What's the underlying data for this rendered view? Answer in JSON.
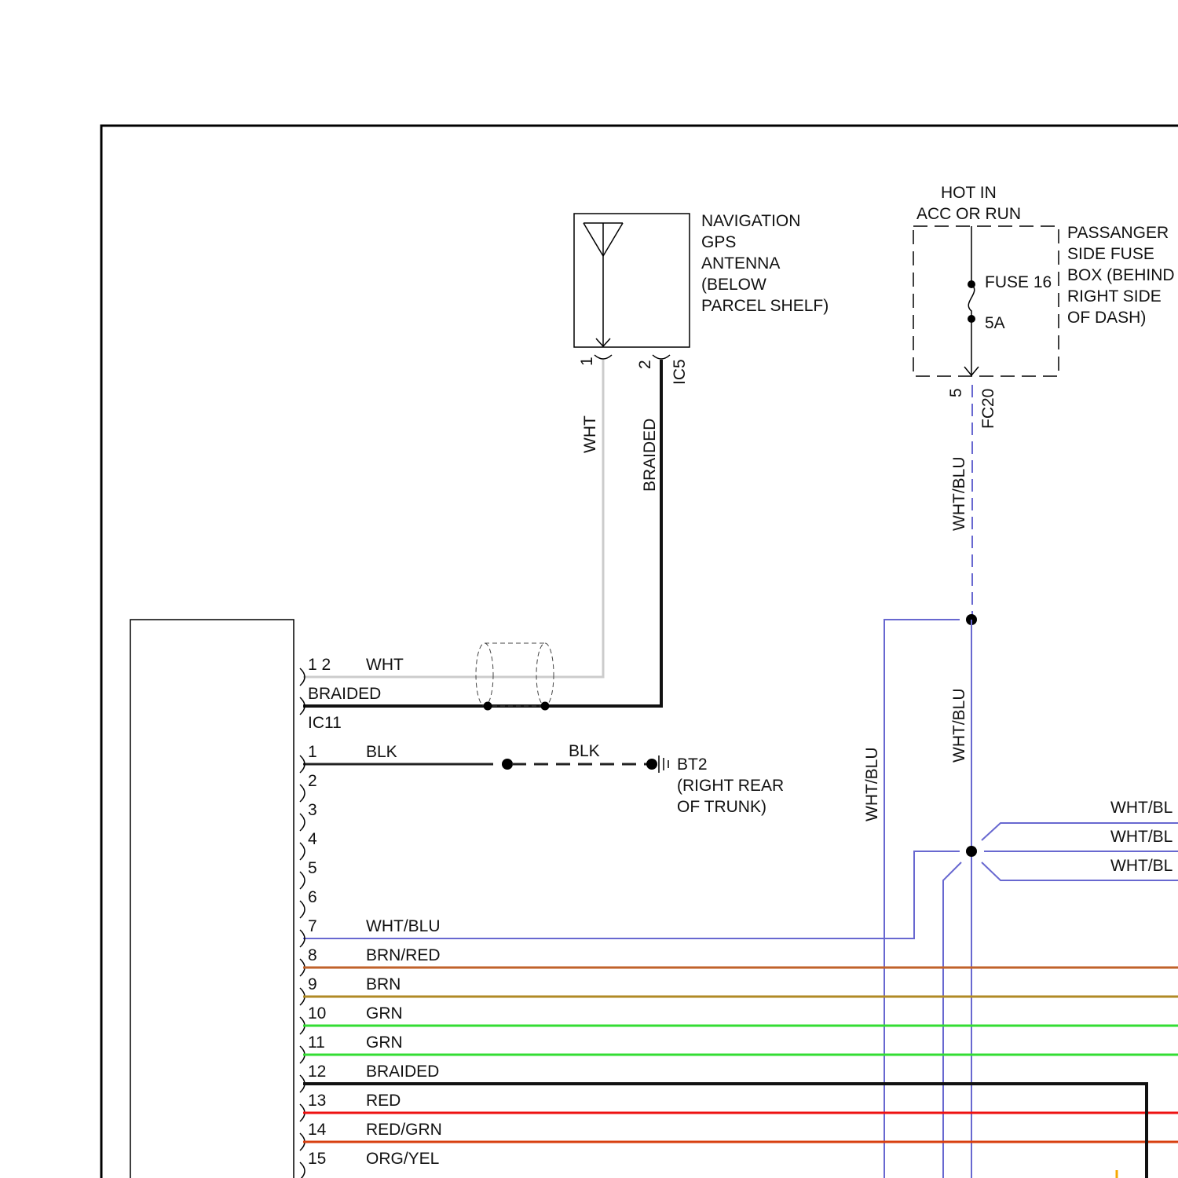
{
  "antenna": {
    "label_lines": [
      "NAVIGATION",
      "GPS",
      "ANTENNA",
      "(BELOW",
      "PARCEL SHELF)"
    ],
    "pin1": "1",
    "pin2": "2",
    "connector": "IC5"
  },
  "fusebox": {
    "hot_lines": [
      "HOT IN",
      "ACC OR RUN"
    ],
    "label_lines": [
      "PASSANGER",
      "SIDE FUSE",
      "BOX (BEHIND",
      "RIGHT SIDE",
      "OF DASH)"
    ],
    "fuse_name": "FUSE 16",
    "fuse_rating": "5A",
    "pin": "5",
    "connector": "FC20"
  },
  "wires": {
    "antenna_signal": "WHT",
    "antenna_shield": "BRAIDED",
    "fuse_feed": "WHT/BLU",
    "vertical_feed": "WHT/BLU",
    "left_branch": "WHT/BLU",
    "right_1": "WHT/BL",
    "right_2": "WHT/BL",
    "right_3": "WHT/BL",
    "ground_jumper": "BLK"
  },
  "ground": {
    "name": "BT2",
    "label_lines": [
      "(RIGHT REAR",
      "OF TRUNK)"
    ]
  },
  "module": {
    "top_pins": "1 2",
    "top_color": "WHT",
    "shield_label": "BRAIDED",
    "connector": "IC11",
    "pins": [
      {
        "num": "1",
        "color": "BLK",
        "hex": "#222222"
      },
      {
        "num": "2",
        "color": "",
        "hex": ""
      },
      {
        "num": "3",
        "color": "",
        "hex": ""
      },
      {
        "num": "4",
        "color": "",
        "hex": ""
      },
      {
        "num": "5",
        "color": "",
        "hex": ""
      },
      {
        "num": "6",
        "color": "",
        "hex": ""
      },
      {
        "num": "7",
        "color": "WHT/BLU",
        "hex": "#7070d0"
      },
      {
        "num": "8",
        "color": "BRN/RED",
        "hex": "#c0622a"
      },
      {
        "num": "9",
        "color": "BRN",
        "hex": "#b08a25"
      },
      {
        "num": "10",
        "color": "GRN",
        "hex": "#33dd33"
      },
      {
        "num": "11",
        "color": "GRN",
        "hex": "#33dd33"
      },
      {
        "num": "12",
        "color": "BRAIDED",
        "hex": "#111111"
      },
      {
        "num": "13",
        "color": "RED",
        "hex": "#ee1111"
      },
      {
        "num": "14",
        "color": "RED/GRN",
        "hex": "#d84010"
      },
      {
        "num": "15",
        "color": "ORG/YEL",
        "hex": "#f6a800"
      }
    ]
  },
  "colors": {
    "wht": "#cccccc",
    "wht_blu": "#6868d0",
    "braided": "#111111",
    "blk": "#222222"
  }
}
